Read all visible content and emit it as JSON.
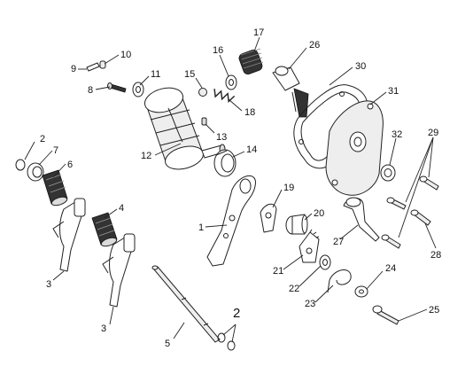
{
  "diagram": {
    "parts": [
      {
        "id": "p9",
        "label": "9"
      },
      {
        "id": "p10",
        "label": "10"
      },
      {
        "id": "p8",
        "label": "8"
      },
      {
        "id": "p11",
        "label": "11"
      },
      {
        "id": "p15",
        "label": "15"
      },
      {
        "id": "p16",
        "label": "16"
      },
      {
        "id": "p17",
        "label": "17"
      },
      {
        "id": "p26",
        "label": "26"
      },
      {
        "id": "p30",
        "label": "30"
      },
      {
        "id": "p31",
        "label": "31"
      },
      {
        "id": "p18",
        "label": "18"
      },
      {
        "id": "p13",
        "label": "13"
      },
      {
        "id": "p12",
        "label": "12"
      },
      {
        "id": "p14",
        "label": "14"
      },
      {
        "id": "p2a",
        "label": "2"
      },
      {
        "id": "p7",
        "label": "7"
      },
      {
        "id": "p6",
        "label": "6"
      },
      {
        "id": "p32",
        "label": "32"
      },
      {
        "id": "p29",
        "label": "29"
      },
      {
        "id": "p19",
        "label": "19"
      },
      {
        "id": "p1",
        "label": "1"
      },
      {
        "id": "p4",
        "label": "4"
      },
      {
        "id": "p20",
        "label": "20"
      },
      {
        "id": "p27",
        "label": "27"
      },
      {
        "id": "p28",
        "label": "28"
      },
      {
        "id": "p21",
        "label": "21"
      },
      {
        "id": "p24",
        "label": "24"
      },
      {
        "id": "p22",
        "label": "22"
      },
      {
        "id": "p3a",
        "label": "3"
      },
      {
        "id": "p23",
        "label": "23"
      },
      {
        "id": "p2b",
        "label": "2"
      },
      {
        "id": "p25",
        "label": "25"
      },
      {
        "id": "p3b",
        "label": "3"
      },
      {
        "id": "p5",
        "label": "5"
      }
    ]
  }
}
